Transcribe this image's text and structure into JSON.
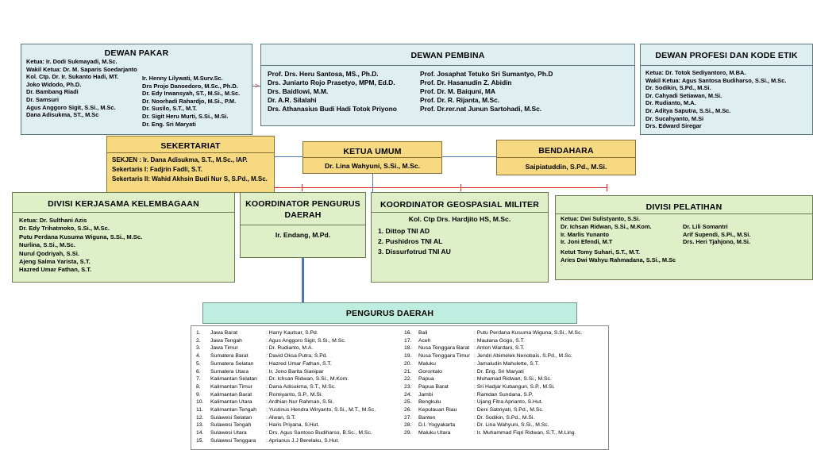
{
  "dewan_pakar": {
    "title": "DEWAN PAKAR",
    "col1": [
      "Ketua: Ir. Dodi Sukmayadi, M.Sc.",
      "Wakil Ketua: Dr. M. Saparis Soedarjanto",
      "Kol. Ctp. Dr. Ir. Sukanto Hadi, MT.",
      "Joko Widodo, Ph.D.",
      "Dr. Bambang Riadi",
      "Dr. Samsuri",
      "Agus Anggoro Sigit, S.Si., M.Sc.",
      "Dana Adisukma, ST., M.Sc"
    ],
    "col2": [
      "Ir. Henny Lilywati, M.Surv.Sc.",
      "Drs Projo Danoedoro, M.Sc., Ph.D.",
      "Dr. Edy Irwansyah, ST., M.Si., M.Sc.",
      "Dr. Noorhadi Rahardjo, M.Si., P.M.",
      "Dr. Susilo, S.T., M.T.",
      "Dr. Sigit Heru Murti, S.Si., M.Si.",
      "Dr. Eng. Sri Maryati"
    ]
  },
  "dewan_pembina": {
    "title": "DEWAN PEMBINA",
    "col1": [
      "Prof. Drs. Heru Santosa, MS., Ph.D.",
      "Drs. Juniarto Rojo Prasetyo, MPM, Ed.D.",
      "Drs. Baidlowi, M.M.",
      "Dr. A.R. Silalahi",
      "Drs. Athanasius Budi Hadi Totok Priyono"
    ],
    "col2": [
      "Prof. Josaphat Tetuko Sri Sumantyo, Ph.D",
      "Prof. Dr. Hasanudin Z. Abidin",
      "Prof. Dr. M. Baiquni, MA",
      "Prof. Dr. R. Rijanta, M.Sc.",
      "Prof. Dr.rer.nat Junun Sartohadi, M.Sc."
    ]
  },
  "dewan_profesi": {
    "title": "DEWAN PROFESI DAN KODE ETIK",
    "items": [
      "Ketua: Dr. Totok Sediyantoro, M.BA.",
      "Wakil Ketua: Agus Santosa Budiharso, S.Si., M.Sc.",
      "Dr. Sodikin, S.Pd., M.Si.",
      "Dr. Cahyadi Setiawan, M.Si.",
      "Dr. Rudianto, M.A.",
      "Dr. Aditya Saputra, S.Si., M.Sc.",
      "Dr.  Sucahyanto, M.Si",
      "Drs. Edward Siregar"
    ]
  },
  "sekertariat": {
    "title": "SEKERTARIAT",
    "items": [
      "SEKJEN : Ir. Dana Adisukma, S.T., M.Sc., IAP.",
      "Sekertaris I: Fadjrin Fadli, S.T.",
      "Sekertaris II: Wahid Akhsin Budi Nur S, S.Pd., M.Sc."
    ]
  },
  "ketua_umum": {
    "title": "KETUA UMUM",
    "name": "Dr. Lina Wahyuni, S.Si., M.Sc."
  },
  "bendahara": {
    "title": "BENDAHARA",
    "name": "Saipiatuddin, S.Pd., M.Si."
  },
  "divisi_kerjasama": {
    "title": "DIVISI KERJASAMA KELEMBAGAAN",
    "items": [
      "Ketua: Dr. Sulthani Azis",
      "Dr. Edy Trihatmoko, S.Si., M.Sc.",
      "Putu Perdana Kusuma Wiguna, S.Si., M.Sc.",
      "Nurlina, S.Si., M.Sc.",
      "Nurul Qodriyah, S.Si.",
      "Ajeng Salma Yarista, S.T.",
      "Hazred Umar Fathan, S.T."
    ]
  },
  "koordinator_daerah": {
    "title": "KOORDINATOR PENGURUS DAERAH",
    "name": "Ir. Endang, M.Pd."
  },
  "koordinator_militer": {
    "title": "KOORDINATOR  GEOSPASIAL MILITER",
    "head": "Kol. Ctp Drs. Hardjito HS, M.Sc.",
    "items": [
      "1.  Dittop TNI AD",
      "2.  Pushidros TNI AL",
      "3.  Dissurfotrud TNI AU"
    ]
  },
  "divisi_pelatihan": {
    "title": "DIVISI PELATIHAN",
    "ketua": "Ketua: Dwi Sulistyanto, S.Si.",
    "col1": [
      "Dr. Ichsan Ridwan, S.Si., M.Kom.",
      "Ir. Marlis Yunanto",
      "Ir. Joni Efendi, M.T"
    ],
    "col2": [
      "Dr. Lili Somantri",
      "Arif Supendi, S.Pi., M.Si.",
      "Drs. Heri Tjahjono, M.Si."
    ],
    "tail": [
      "Ketut Tomy Suhari, S.T., M.T.",
      "Aries Dwi Wahyu Rahmadana, S.Si., M.Sc"
    ]
  },
  "pengurus_daerah": {
    "title": "PENGURUS DAERAH",
    "left": [
      {
        "no": "1.",
        "prov": "Jawa Barat",
        "name": ": Harry Kautsar, S.Pd."
      },
      {
        "no": "2.",
        "prov": "Jawa Tengah",
        "name": ": Agus Anggoro Sigit, S.Si., M.Sc."
      },
      {
        "no": "3.",
        "prov": "Jawa Timur",
        "name": ": Dr. Rudianto, M.A."
      },
      {
        "no": "4.",
        "prov": "Sumatera Barat",
        "name": ": David Oksa Putra, S.Pd."
      },
      {
        "no": "5.",
        "prov": "Sumatera Selatan",
        "name": ": Hazred Umar Fathan, S.T."
      },
      {
        "no": "6.",
        "prov": "Sumatera Utara",
        "name": ": Ir. Jono Barita Sianipar"
      },
      {
        "no": "7.",
        "prov": "Kalimantan Selatan",
        "name": ": Dr. Ichsan Ridwan, S.Si., M.Kom."
      },
      {
        "no": "8.",
        "prov": "Kalimantan Timur",
        "name": ": Dana Adisukma, S.T., M.Sc."
      },
      {
        "no": "9.",
        "prov": "Kalimantan Barat",
        "name": ": Romiyanto, S.P., M.Si."
      },
      {
        "no": "10.",
        "prov": "Kalimantan Utara",
        "name": ": Ardhian Nur Rahman, S.Si."
      },
      {
        "no": "11.",
        "prov": "Kalimantan Tengah",
        "name": ": Yustinus Hendra Wiryanto, S.Si., M.T., M.Sc."
      },
      {
        "no": "12.",
        "prov": "Sulawesi Selatan",
        "name": ": Alwan, S.T."
      },
      {
        "no": "13.",
        "prov": "Sulawesi Tengah",
        "name": ": Haris Priyana, S.Hut."
      },
      {
        "no": "14.",
        "prov": "Sulawesi Utara",
        "name": ": Drs. Agus Santoso Budiharso, B.Sc., M.Sc."
      },
      {
        "no": "15.",
        "prov": "Sulawesi Tenggara",
        "name": ": Aprianus J.J Berelaku, S.Hut."
      }
    ],
    "right": [
      {
        "no": "16.",
        "prov": "Bali",
        "name": ": Putu Perdana Kusuma Wiguna, S.Si., M.Sc."
      },
      {
        "no": "17.",
        "prov": "Aceh",
        "name": ": Maulana Gogo, S.T."
      },
      {
        "no": "18.",
        "prov": "Nusa Tenggara Barat",
        "name": ": Anton Wardani, S.T."
      },
      {
        "no": "19.",
        "prov": "Nusa Tenggara Timur",
        "name": ": Jendri Abimelek Nenobais, S.Pd., M.Sc."
      },
      {
        "no": "20.",
        "prov": "Maluku",
        "name": ": Jamaludin Mahulette, S.T."
      },
      {
        "no": "21.",
        "prov": "Gorontalo",
        "name": ": Dr. Eng. Sri Maryati"
      },
      {
        "no": "22.",
        "prov": "Papua",
        "name": ": Muhamad Ridwan, S.Si., M.Sc."
      },
      {
        "no": "23.",
        "prov": "Papua Barat",
        "name": ": Sri Hadjar Kubangun, S.P., M.Si."
      },
      {
        "no": "24.",
        "prov": "Jambi",
        "name": ": Ramdan Sundana, S.P."
      },
      {
        "no": "25.",
        "prov": "Bengkulu",
        "name": ": Ujang Fitra Aprianto, S.Hut."
      },
      {
        "no": "26.",
        "prov": "Kepulauan Riau",
        "name": ": Deni Sabriyati, S.Pd., M.Sc."
      },
      {
        "no": "27.",
        "prov": "Banten",
        "name": ": Dr. Sodikin, S.Pd., M.Si."
      },
      {
        "no": "28.",
        "prov": "D.I. Yogyakarta",
        "name": ": Dr. Lina Wahyuni, S.Si., M.Sc."
      },
      {
        "no": "29.",
        "prov": "Maluku Utara",
        "name": ": Ir. Muhammad Fiqri Ridwan, S.T., M.Ling."
      }
    ]
  }
}
